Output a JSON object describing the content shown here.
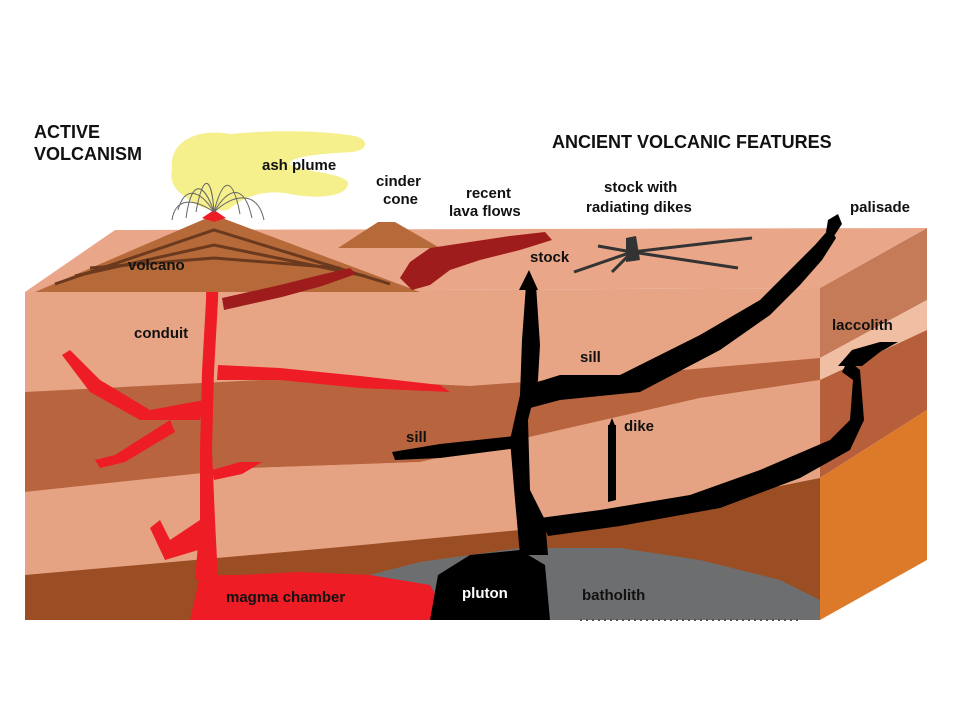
{
  "titles": {
    "active_line1": "ACTIVE",
    "active_line2": "VOLCANISM",
    "ancient": "ANCIENT VOLCANIC FEATURES"
  },
  "labels": {
    "ash_plume": "ash plume",
    "cinder_cone_line1": "cinder",
    "cinder_cone_line2": "cone",
    "recent_lava_line1": "recent",
    "recent_lava_line2": "lava flows",
    "stock_dikes_line1": "stock with",
    "stock_dikes_line2": "radiating dikes",
    "palisade": "palisade",
    "volcano": "volcano",
    "stock": "stock",
    "conduit": "conduit",
    "laccolith": "laccolith",
    "sill_upper": "sill",
    "sill_lower": "sill",
    "dike": "dike",
    "pluton": "pluton",
    "batholith": "batholith",
    "magma_chamber": "magma chamber"
  },
  "colors": {
    "magma": "#ee1c24",
    "intrusion": "#000000",
    "batholith": "#6d6e70",
    "ash_plume": "#f6f08c",
    "surface": "#e9a688",
    "layer_light": "#e3a080",
    "layer_dark": "#b65f3a",
    "layer_brown": "#9b4e23",
    "side_face": "#dd7a2a",
    "lava_flow": "#9e1c1c",
    "volcano": "#b66a3a"
  }
}
